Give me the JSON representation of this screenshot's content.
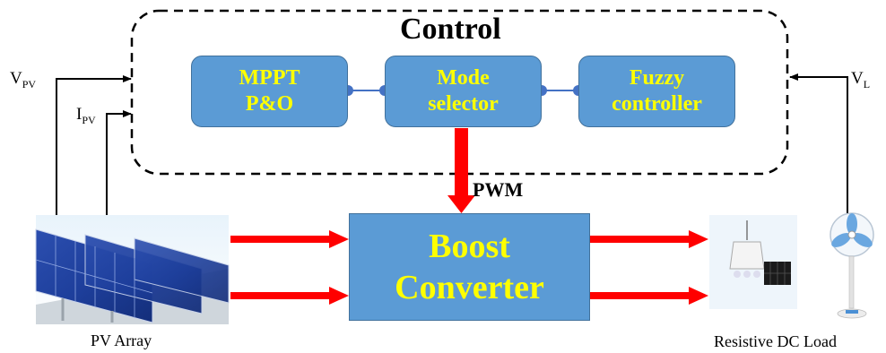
{
  "control": {
    "title": "Control"
  },
  "blocks": {
    "mppt": {
      "line1": "MPPT",
      "line2": "P&O"
    },
    "mode": {
      "line1": "Mode",
      "line2": "selector"
    },
    "fuzzy": {
      "line1": "Fuzzy",
      "line2": "controller"
    },
    "boost": {
      "line1": "Boost",
      "line2": "Converter"
    }
  },
  "signals": {
    "pwm": "PWM",
    "vpv": {
      "main": "V",
      "sub": "PV"
    },
    "ipv": {
      "main": "I",
      "sub": "PV"
    },
    "vl": {
      "main": "V",
      "sub": "L"
    }
  },
  "captions": {
    "pv_array": "PV Array",
    "load": "Resistive DC Load"
  },
  "colors": {
    "block": "#5b9bd5",
    "block_text": "#ffff00",
    "arrow": "#ff0000",
    "connector": "#4472c4"
  }
}
